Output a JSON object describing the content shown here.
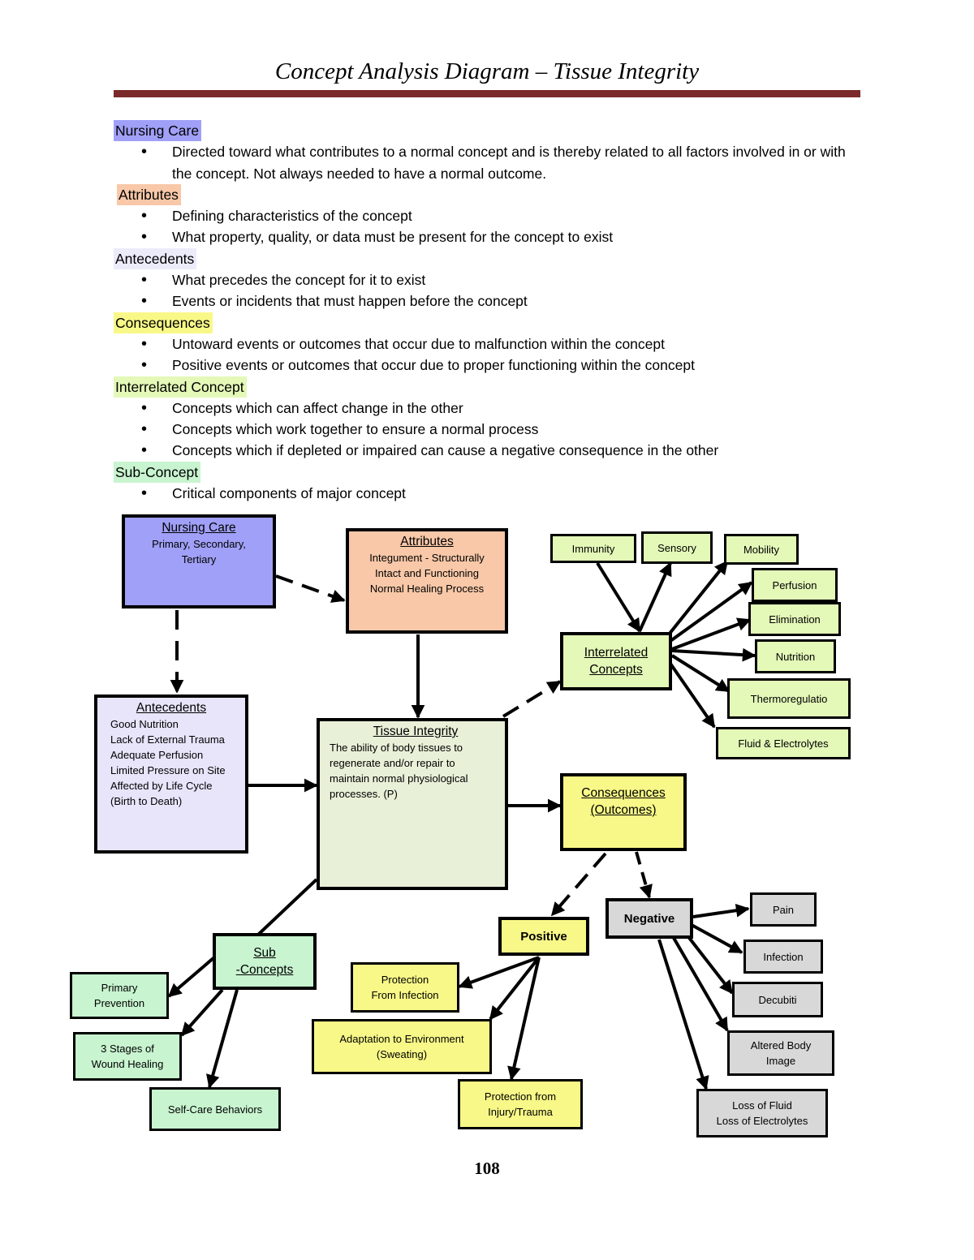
{
  "page_title": "Concept Analysis Diagram – Tissue Integrity",
  "page_number": "108",
  "colors": {
    "rule": "#7a2a2a",
    "nursing_care": "#a0a0f8",
    "attributes": "#f8c8a8",
    "antecedents": "#e8e4fa",
    "consequences": "#f8f888",
    "interrelated": "#e4f8b8",
    "subconcept": "#c8f4d0",
    "tissue": "#e8f0d8",
    "negative": "#d8d8d8"
  },
  "legend": [
    {
      "heading": "Nursing Care",
      "bullets": [
        "Directed toward what contributes to a normal concept and is thereby related to all factors involved in or with the concept. Not always needed to have a normal outcome."
      ]
    },
    {
      "heading": "Attributes",
      "bullets": [
        "Defining characteristics of the concept",
        "What property, quality, or data must be present for the concept to exist"
      ]
    },
    {
      "heading": "Antecedents",
      "bullets": [
        "What precedes the concept for it to exist",
        "Events or incidents that must happen before the concept"
      ]
    },
    {
      "heading": "Consequences",
      "bullets": [
        "Untoward events or outcomes that occur due to malfunction within the concept",
        "Positive events or outcomes that occur due to proper functioning within the concept"
      ]
    },
    {
      "heading": "Interrelated Concept",
      "bullets": [
        "Concepts which can affect change in the other",
        "Concepts which work together to ensure a normal process",
        "Concepts which if depleted or impaired can cause a negative consequence in the other"
      ]
    },
    {
      "heading": "Sub-Concept",
      "bullets": [
        "Critical components of major concept"
      ]
    }
  ],
  "diagram": {
    "nursing_care": {
      "title": "Nursing Care",
      "body": "Primary, Secondary,\nTertiary"
    },
    "attributes": {
      "title": "Attributes",
      "body": "Integument - Structurally\nIntact and Functioning\nNormal Healing Process"
    },
    "antecedents": {
      "title": "Antecedents",
      "body": "Good Nutrition\nLack of External Trauma\nAdequate Perfusion\nLimited Pressure on Site\nAffected by Life Cycle\n    (Birth to Death)"
    },
    "tissue_integrity": {
      "title": "Tissue Integrity",
      "body": "The ability of body tissues to\nregenerate and/or repair to\nmaintain normal physiological\nprocesses. (P)"
    },
    "interrelated": {
      "title": "Interrelated\nConcepts"
    },
    "interrelated_items": {
      "immunity": "Immunity",
      "sensory": "Sensory",
      "mobility": "Mobility",
      "perfusion": "Perfusion",
      "elimination": "Elimination",
      "nutrition": "Nutrition",
      "thermoregulation": "Thermoregulatio",
      "fluid": "Fluid & Electrolytes"
    },
    "consequences": {
      "title": "Consequences\n(Outcomes)"
    },
    "positive": {
      "title": "Positive"
    },
    "negative": {
      "title": "Negative"
    },
    "positive_items": {
      "protection_infection": "Protection\nFrom Infection",
      "adaptation": "Adaptation to Environment\n(Sweating)",
      "protection_injury": "Protection from\nInjury/Trauma"
    },
    "negative_items": {
      "pain": "Pain",
      "infection": "Infection",
      "decubiti": "Decubiti",
      "altered": "Altered Body\nImage",
      "loss": "Loss of Fluid\nLoss of Electrolytes"
    },
    "subconcepts": {
      "title": "Sub\n-Concepts"
    },
    "sub_items": {
      "primary": "Primary\nPrevention",
      "stages": "3 Stages of\nWound Healing",
      "selfcare": "Self-Care Behaviors"
    }
  }
}
